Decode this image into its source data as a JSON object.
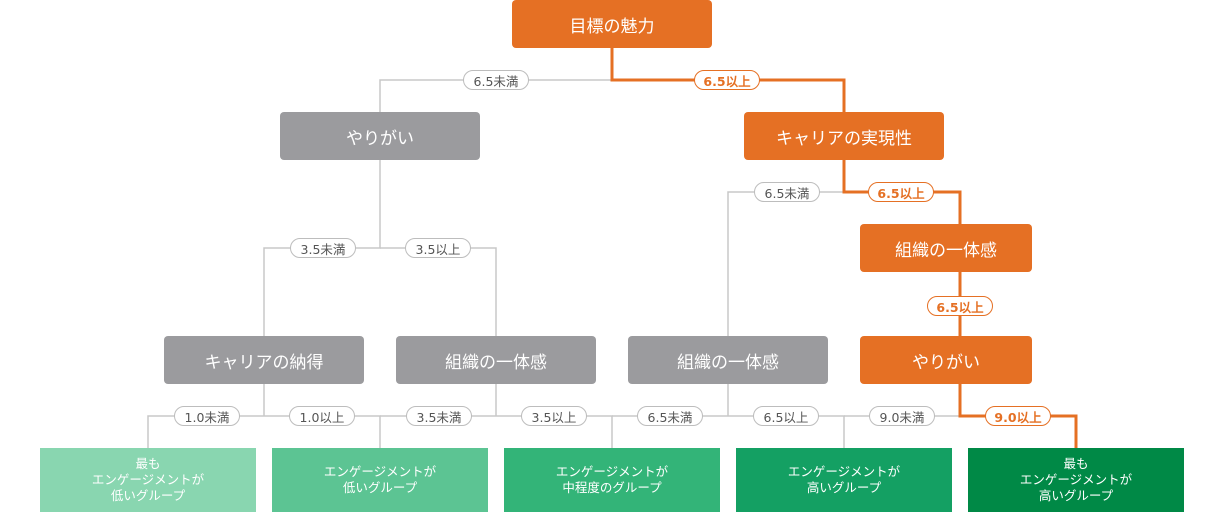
{
  "colors": {
    "orange": "#E57024",
    "gray_node": "#9B9B9E",
    "gray_line": "#C8C8C8",
    "leaf1": "#89D6B0",
    "leaf2": "#5CC493",
    "leaf3": "#33B478",
    "leaf4": "#14A063",
    "leaf5": "#008946"
  },
  "nodes": {
    "root": "目標の魅力",
    "l1_left": "やりがい",
    "l1_right": "キャリアの実現性",
    "l2_right": "組織の一体感",
    "l3_a": "キャリアの納得",
    "l3_b": "組織の一体感",
    "l3_c": "組織の一体感",
    "l3_d": "やりがい"
  },
  "conditions": {
    "root_left": "6.5未満",
    "root_right": "6.5以上",
    "yarigai_left": "3.5未満",
    "yarigai_right": "3.5以上",
    "career_left": "6.5未満",
    "career_right": "6.5以上",
    "soshiki_right": "6.5以上",
    "a_left": "1.0未満",
    "a_right": "1.0以上",
    "b_left": "3.5未満",
    "b_right": "3.5以上",
    "c_left": "6.5未満",
    "c_right": "6.5以上",
    "d_left": "9.0未満",
    "d_right": "9.0以上"
  },
  "leaves": {
    "leaf1": "最も\nエンゲージメントが\n低いグループ",
    "leaf2": "エンゲージメントが\n低いグループ",
    "leaf3": "エンゲージメントが\n中程度のグループ",
    "leaf4": "エンゲージメントが\n高いグループ",
    "leaf5": "最も\nエンゲージメントが\n高いグループ"
  }
}
